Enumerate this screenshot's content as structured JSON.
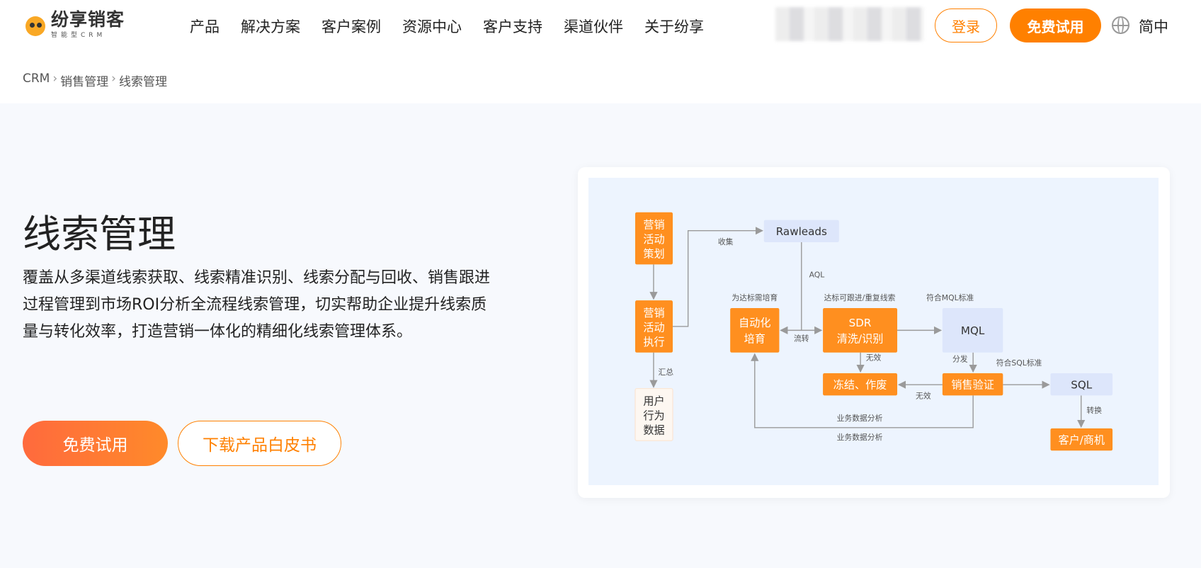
{
  "header": {
    "logo_name": "纷享销客",
    "logo_sub": "智能型CRM",
    "nav": [
      "产品",
      "解决方案",
      "客户案例",
      "资源中心",
      "客户支持",
      "渠道伙伴",
      "关于纷享"
    ],
    "login": "登录",
    "trial": "免费试用",
    "language": "简中"
  },
  "breadcrumb": [
    "CRM",
    "销售管理",
    "线索管理"
  ],
  "hero": {
    "title": "线索管理",
    "description": "覆盖从多渠道线索获取、线索精准识别、线索分配与回收、销售跟进过程管理到市场ROI分析全流程线索管理，切实帮助企业提升线索质量与转化效率，打造营销一体化的精细化线索管理体系。",
    "cta_primary": "免费试用",
    "cta_secondary": "下载产品白皮书"
  },
  "diagram": {
    "nodes": {
      "plan": [
        "营销",
        "活动",
        "策划"
      ],
      "exec": [
        "营销",
        "活动",
        "执行"
      ],
      "data": [
        "用户",
        "行为",
        "数据"
      ],
      "rawleads": "Rawleads",
      "nurture": [
        "自动化",
        "培育"
      ],
      "sdr": [
        "SDR",
        "清洗/识别"
      ],
      "mql": "MQL",
      "freeze": "冻结、作废",
      "verify": "销售验证",
      "sql": "SQL",
      "customer": "客户/商机"
    },
    "labels": {
      "collect": "收集",
      "aql": "AQL",
      "need_nurture": "为达标需培育",
      "qualified": "达标可跟进/重复线索",
      "mql_std": "符合MQL标准",
      "flow": "流转",
      "invalid1": "无效",
      "assign": "分发",
      "sql_std": "符合SQL标准",
      "invalid2": "无效",
      "summary": "汇总",
      "analysis1": "业务数据分析",
      "analysis2": "业务数据分析",
      "convert": "转换"
    },
    "colors": {
      "orange": "#ff8f1f",
      "blue": "#dde6fb",
      "light": "#fdf7f1"
    }
  }
}
